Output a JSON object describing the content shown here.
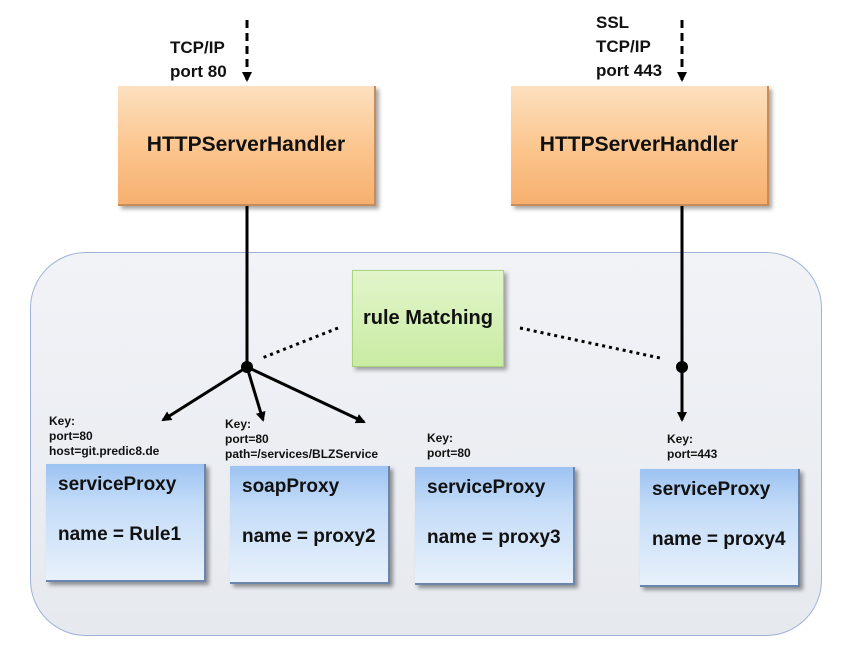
{
  "inputs": {
    "left": {
      "line1": "TCP/IP",
      "line2": "port 80"
    },
    "right": {
      "line1": "SSL",
      "line2": "TCP/IP",
      "line3": "port 443"
    }
  },
  "handlers": {
    "left": {
      "label": "HTTPServerHandler"
    },
    "right": {
      "label": "HTTPServerHandler"
    }
  },
  "rule_matching": {
    "label": "rule Matching"
  },
  "proxies": [
    {
      "type": "serviceProxy",
      "name": "name = Rule1",
      "key": [
        "Key:",
        "port=80",
        "host=git.predic8.de"
      ]
    },
    {
      "type": "soapProxy",
      "name": "name = proxy2",
      "key": [
        "Key:",
        "port=80",
        "path=/services/BLZService"
      ]
    },
    {
      "type": "serviceProxy",
      "name": "name = proxy3",
      "key": [
        "Key:",
        "port=80"
      ]
    },
    {
      "type": "serviceProxy",
      "name": "name = proxy4",
      "key": [
        "Key:",
        "port=443"
      ]
    }
  ],
  "colors": {
    "handler_fill": "#fbc48c",
    "rule_fill": "#c9eca3",
    "proxy_fill": "#c4dcf8",
    "container_fill": "#eceef2",
    "container_border": "#9fb3d6"
  }
}
